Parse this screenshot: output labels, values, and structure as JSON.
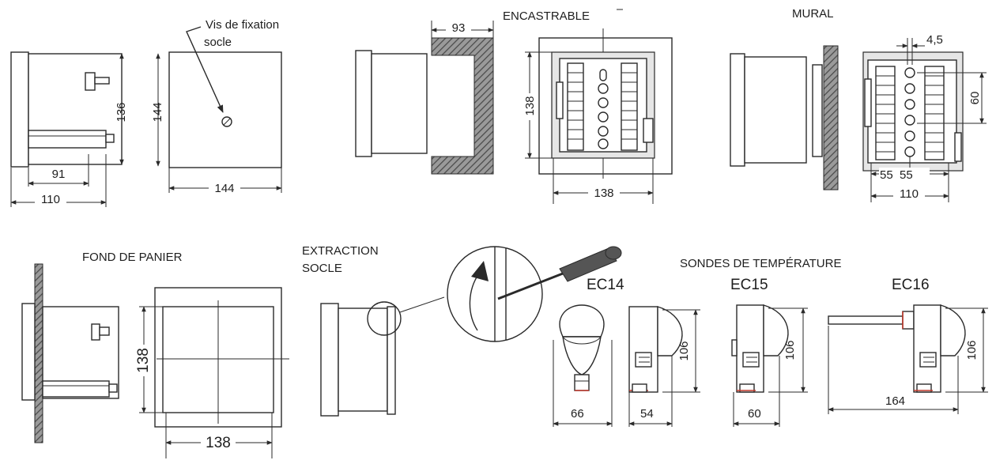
{
  "colors": {
    "line": "#2a2a2a",
    "background": "#ffffff",
    "accent": "#c0392b"
  },
  "views": {
    "side": {
      "dims": {
        "height_136": "136",
        "depth_91": "91",
        "depth_110": "110"
      }
    },
    "front": {
      "annotation": "Vis de fixation",
      "annotation2": "socle",
      "dims": {
        "height_144": "144",
        "width_144": "144"
      }
    },
    "encastrable": {
      "title": "ENCASTRABLE",
      "dims": {
        "depth_93": "93",
        "height_138": "138",
        "width_138": "138"
      }
    },
    "mural": {
      "title": "MURAL",
      "dims": {
        "gap_4_5": "4,5",
        "height_60": "60",
        "half_55_a": "55",
        "half_55_b": "55",
        "width_110": "110"
      }
    },
    "fond_de_panier": {
      "title": "FOND DE PANIER",
      "dims": {
        "height_138": "138",
        "width_138": "138"
      }
    },
    "extraction": {
      "title_line1": "EXTRACTION",
      "title_line2": "SOCLE"
    },
    "sondes": {
      "title": "SONDES DE TEMPÉRATURE",
      "ec14": {
        "name": "EC14",
        "w1": "66",
        "w2": "54",
        "h": "106"
      },
      "ec15": {
        "name": "EC15",
        "w": "60",
        "h": "106"
      },
      "ec16": {
        "name": "EC16",
        "w": "164",
        "h": "106"
      }
    }
  }
}
